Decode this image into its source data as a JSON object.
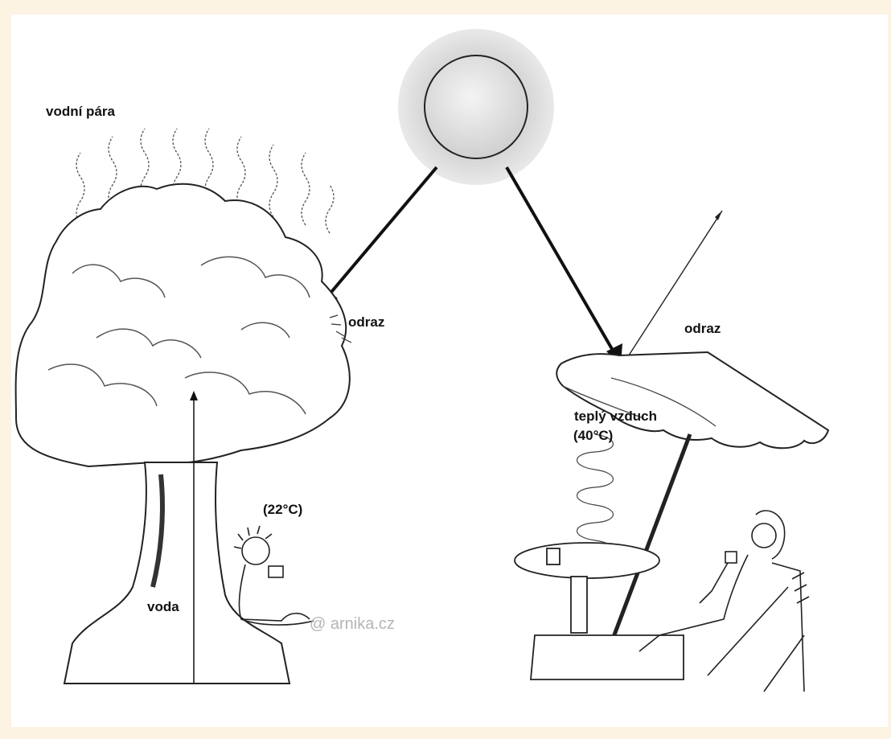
{
  "labels": {
    "vapor": "vodní pára",
    "reflection_tree": "odraz",
    "reflection_umbrella": "odraz",
    "warm_air": "teplý vzduch",
    "warm_air_temp": "(40°C)",
    "shade_temp": "(22°C)",
    "water": "voda"
  },
  "watermark": "@ arnika.cz",
  "colors": {
    "page_background": "#fcf3e3",
    "panel": "#ffffff",
    "ink": "#111111",
    "sun_halo": "#d6d6d6",
    "watermark": "#b5b5b5"
  }
}
